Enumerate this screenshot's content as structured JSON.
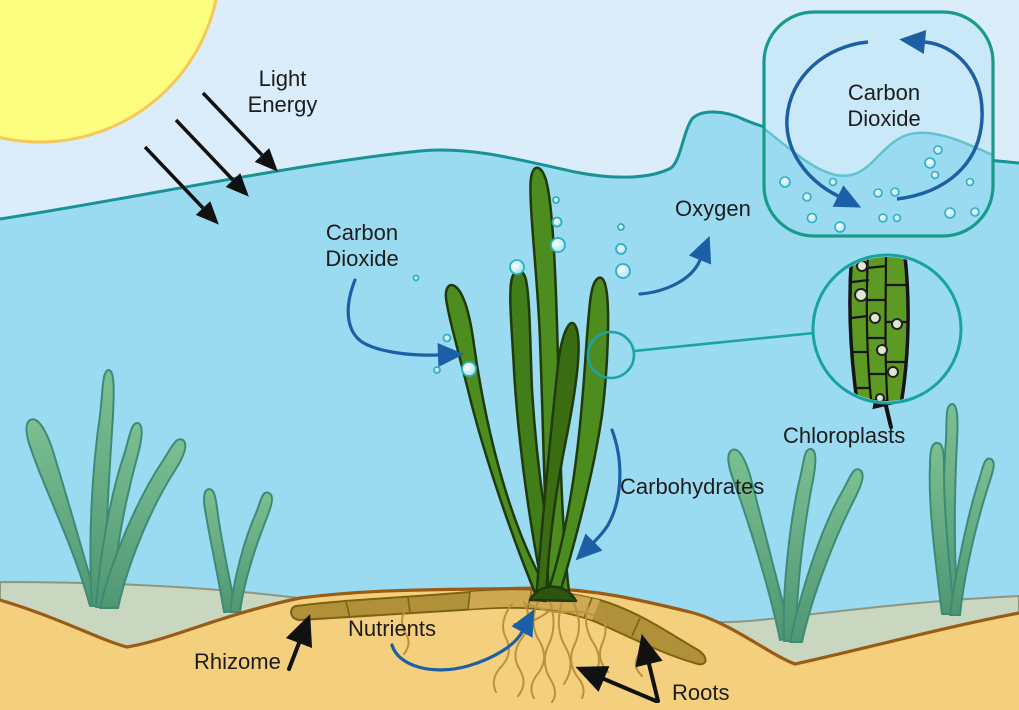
{
  "title": "Seagrass Photosynthesis Diagram",
  "labels": {
    "light_energy": "Light\nEnergy",
    "carbon_dioxide_water": "Carbon\nDioxide",
    "oxygen": "Oxygen",
    "carbon_dioxide_cycle": "Carbon\nDioxide",
    "chloroplasts": "Chloroplasts",
    "carbohydrates": "Carbohydrates",
    "rhizome": "Rhizome",
    "nutrients": "Nutrients",
    "roots": "Roots"
  },
  "icons": {
    "sun": "sun-icon",
    "light_arrows": "three black arrows from sun into water",
    "co2_arrow": "blue curved arrow into seagrass blades",
    "oxygen_arrow": "blue curved arrow rising to surface",
    "carbohydrates_arrow": "blue curved arrow down to rhizome",
    "nutrients_arrow": "blue curved arrow into roots",
    "carbon_cycle": "circular blue arrows in rounded box at surface",
    "magnifier": "circle magnifying leaf cells with chloroplasts"
  },
  "colors": {
    "sky": "#dbecfa",
    "sun": "#fdfd7f",
    "sun_rim": "#f5c959",
    "water": "#9bdbf2",
    "waterline": "#189394",
    "inset_fill": "#c9e9f8",
    "inset_border": "#1a9a8b",
    "sediment": "#c9d6c0",
    "sand": "#f4cf7d",
    "sand_outline": "#995c12",
    "rhizome": "#b1903a",
    "roots": "#b8923c",
    "seagrass_back": "#6ab287",
    "seagrass_front": "#4d8c1e",
    "arrow_blue": "#1d5fa7",
    "arrow_black": "#111111",
    "teal_accent": "#1aa3a8",
    "text": "#1c1c1c"
  }
}
